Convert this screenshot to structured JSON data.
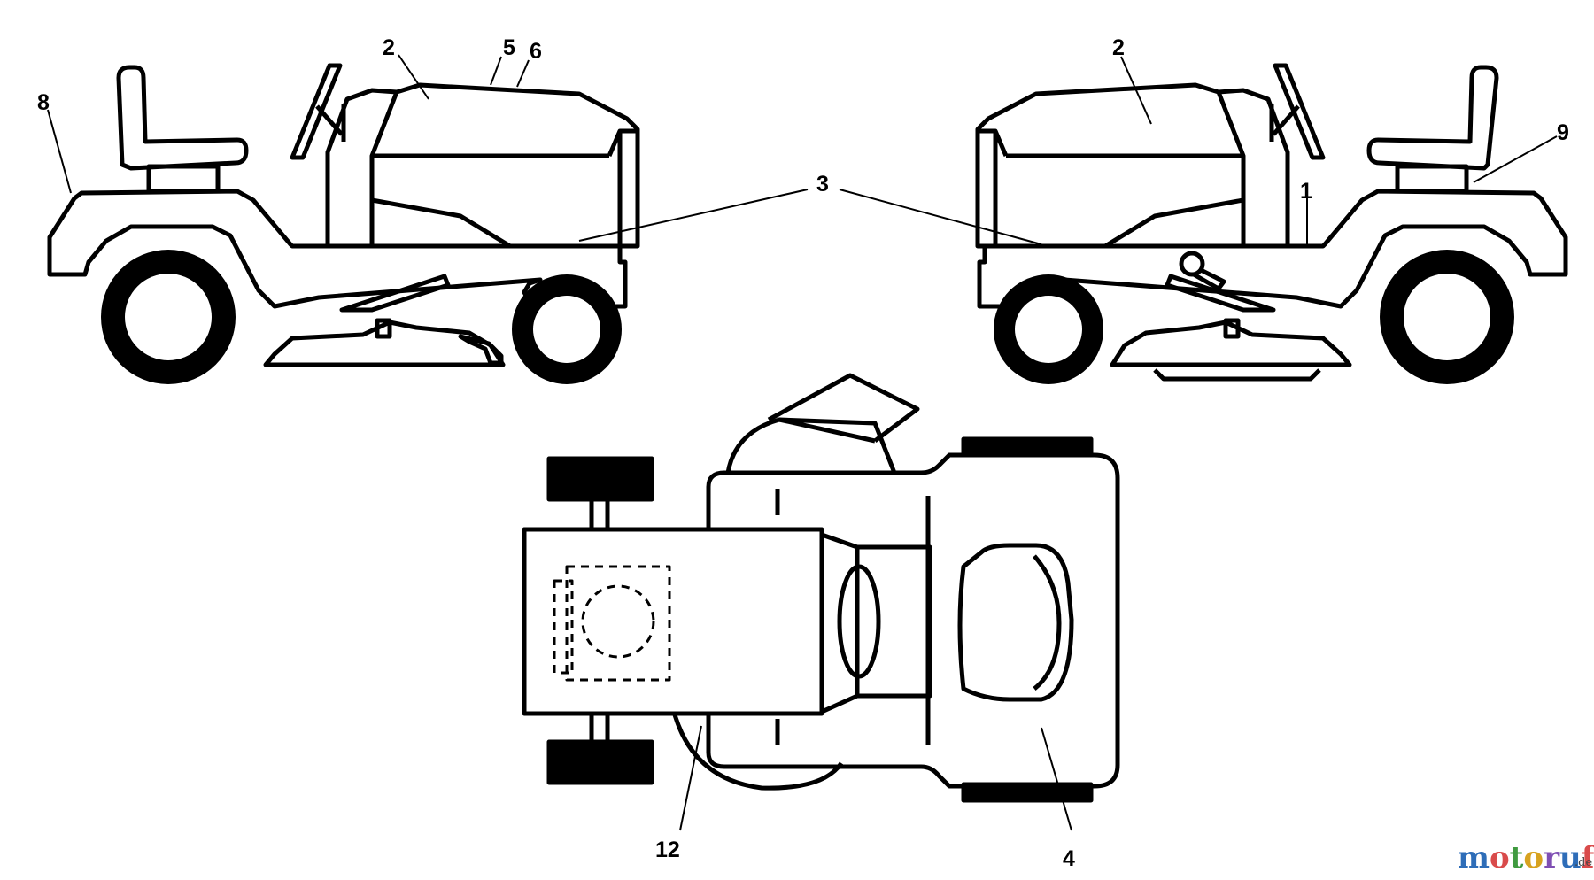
{
  "callouts": {
    "c1": "1",
    "c2_left": "2",
    "c2_right": "2",
    "c3": "3",
    "c4": "4",
    "c5": "5",
    "c6": "6",
    "c8": "8",
    "c9": "9",
    "c12": "12"
  },
  "watermark": {
    "m": "m",
    "o1": "o",
    "t": "t",
    "o2": "o",
    "r": "r",
    "u": "u",
    "f": "f",
    "tld": ".de"
  },
  "colors": {
    "line": "#000000",
    "background": "#ffffff",
    "watermark": [
      "#2e6db8",
      "#d94b4b",
      "#3f9a3f",
      "#d7a21f",
      "#7f4fb3",
      "#2e6db8",
      "#d94b4b"
    ]
  }
}
